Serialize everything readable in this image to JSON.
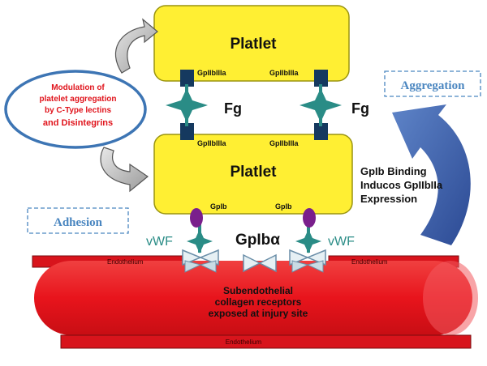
{
  "platelet_top": {
    "label": "Platlet"
  },
  "platelet_bottom": {
    "label": "Platlet"
  },
  "receptors": {
    "top_left": "GpIIbIIIa",
    "top_right": "GpIIbIIIa",
    "bottom_left": "GpIIbIIIa",
    "bottom_right": "GpIIbIIIa",
    "gplb_left": "GpIb",
    "gplb_right": "GpIb"
  },
  "fibrinogen": {
    "left": "Fg",
    "right": "Fg"
  },
  "modulation": {
    "line1": "Modulation of",
    "line2": "platelet aggregation",
    "line3": "by C-Type lectins",
    "line4": "and Disintegrins"
  },
  "aggregation_label": "Aggregation",
  "adhesion_label": "Adhesion",
  "binding_note": {
    "line1": "GpIb Binding",
    "line2": "Inducos GpIIbIIa",
    "line3": "Expression"
  },
  "gpib_alpha": "GpIbα",
  "vwf": {
    "left": "vWF",
    "right": "vWF"
  },
  "vessel": {
    "line1": "Subendothelial",
    "line2": "collagen receptors",
    "line3": "exposed at injury site"
  },
  "endothelium": {
    "left": "Endothelium",
    "right": "Endothelium",
    "bottom": "Endothelium"
  },
  "colors": {
    "platelet": "#ffef33",
    "receptor": "#15395f",
    "fibrinogen": "#2a8c86",
    "vessel": "#ee1c24",
    "ellipse_border": "#3d75b4",
    "arrow_blue": "#3a5daa",
    "label_blue": "#4a86c0",
    "gpib": "#7a1f8c",
    "vwf_text": "#2a8c86"
  }
}
